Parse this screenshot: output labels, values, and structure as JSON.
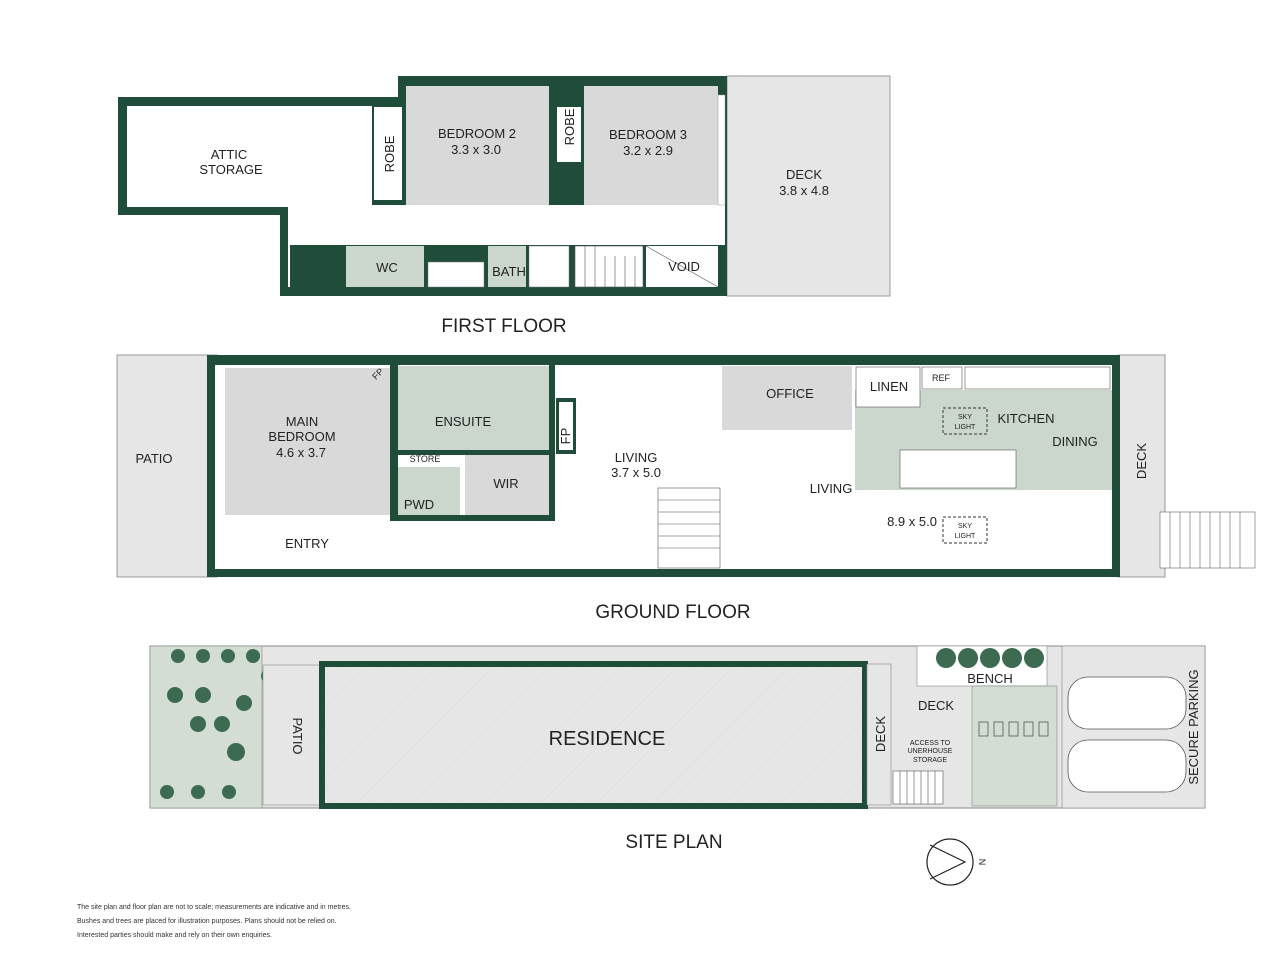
{
  "colors": {
    "wall": "#1f4d39",
    "room": "#d9d9d9",
    "wet": "#cbd7cd",
    "outdoor": "#e6e6e6",
    "garden": "#d3ddd3",
    "tree": "#3c6b52"
  },
  "first_floor": {
    "title": "FIRST FLOOR",
    "rooms": {
      "attic": [
        "ATTIC",
        "STORAGE"
      ],
      "bedroom2": {
        "name": "BEDROOM 2",
        "size": "3.3 x 3.0"
      },
      "bedroom3": {
        "name": "BEDROOM 3",
        "size": "3.2 x 2.9"
      },
      "robe": "ROBE",
      "deck": {
        "name": "DECK",
        "size": "3.8 x 4.8"
      },
      "wc": "WC",
      "bath": "BATH",
      "void": "VOID"
    }
  },
  "ground_floor": {
    "title": "GROUND FLOOR",
    "rooms": {
      "patio": "PATIO",
      "main_bedroom": {
        "name": [
          "MAIN",
          "BEDROOM"
        ],
        "size": "4.6 x 3.7"
      },
      "fp": "FP",
      "ensuite": "ENSUITE",
      "store": "STORE",
      "pwd": "PWD",
      "wir": "WIR",
      "entry": "ENTRY",
      "living": {
        "name": "LIVING",
        "size": "3.7 x 5.0"
      },
      "office": "OFFICE",
      "linen": "LINEN",
      "ref": "REF",
      "skylight": [
        "SKY",
        "LIGHT"
      ],
      "kitchen": "KITCHEN",
      "dining": "DINING",
      "living2": "LIVING",
      "open_plan_size": "8.9 x 5.0",
      "deck": "DECK"
    }
  },
  "site_plan": {
    "title": "SITE PLAN",
    "labels": {
      "patio": "PATIO",
      "residence": "RESIDENCE",
      "deck_side": "DECK",
      "deck": "DECK",
      "bench": "BENCH",
      "access": [
        "ACCESS TO",
        "UNERHOUSE",
        "STORAGE"
      ],
      "parking": "SECURE PARKING"
    },
    "compass": "N"
  },
  "disclaimer": [
    "The site plan and floor plan are not to scale; measurements are indicative and in metres.",
    "Bushes and trees are placed for illustration purposes. Plans should not be relied on.",
    "Interested parties should make and rely on their own enquiries."
  ]
}
